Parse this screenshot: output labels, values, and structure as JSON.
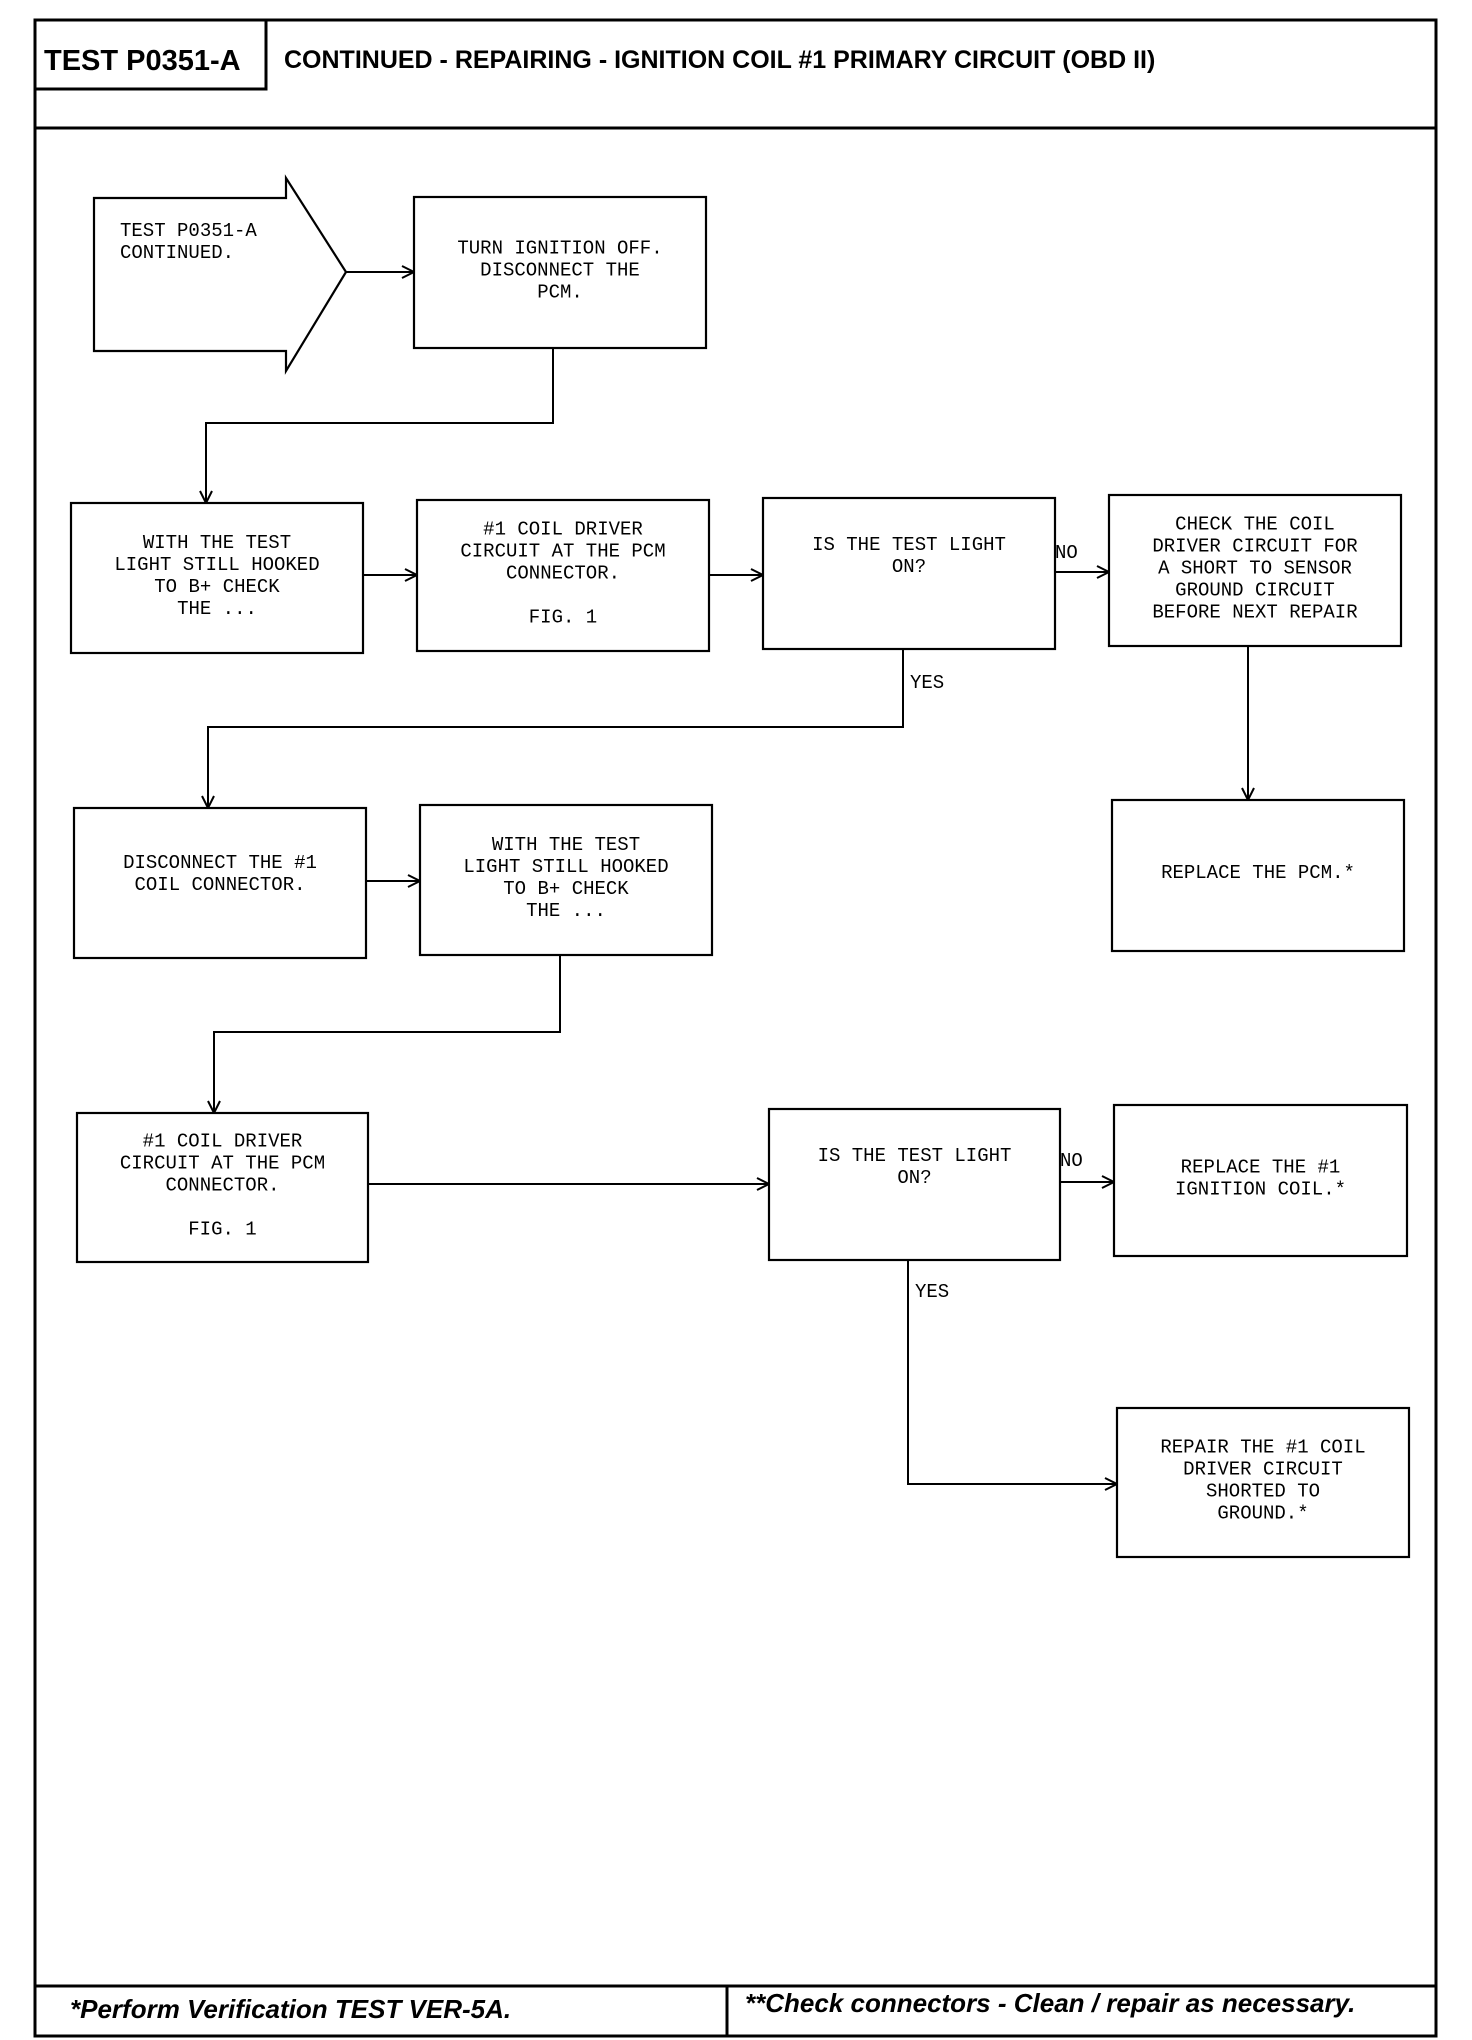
{
  "header": {
    "test_id": "TEST P0351-A",
    "title": "CONTINUED - REPAIRING - IGNITION COIL #1 PRIMARY CIRCUIT (OBD II)"
  },
  "flowchart": {
    "start": {
      "lines": [
        "TEST P0351-A",
        "CONTINUED."
      ]
    },
    "steps": [
      {
        "id": "turn-ignition-off",
        "lines": [
          "TURN IGNITION OFF.",
          "DISCONNECT THE",
          "PCM."
        ]
      },
      {
        "id": "with-test-light-1",
        "lines": [
          "WITH THE TEST",
          "LIGHT STILL HOOKED",
          "TO B+ CHECK",
          "THE ..."
        ]
      },
      {
        "id": "coil-driver-circuit-1",
        "lines": [
          "#1 COIL DRIVER",
          "CIRCUIT AT THE PCM",
          "CONNECTOR.",
          "",
          "FIG. 1"
        ]
      },
      {
        "id": "decision-1",
        "lines": [
          "IS THE TEST LIGHT",
          "ON?"
        ]
      },
      {
        "id": "check-coil-driver",
        "lines": [
          "CHECK THE COIL",
          "DRIVER CIRCUIT FOR",
          "A SHORT TO SENSOR",
          "GROUND CIRCUIT",
          "BEFORE NEXT REPAIR"
        ]
      },
      {
        "id": "replace-pcm",
        "lines": [
          "REPLACE THE PCM.*"
        ]
      },
      {
        "id": "disconnect-coil",
        "lines": [
          "DISCONNECT THE #1",
          "COIL CONNECTOR."
        ]
      },
      {
        "id": "with-test-light-2",
        "lines": [
          "WITH THE TEST",
          "LIGHT STILL HOOKED",
          "TO B+ CHECK",
          "THE ..."
        ]
      },
      {
        "id": "coil-driver-circuit-2",
        "lines": [
          "#1 COIL DRIVER",
          "CIRCUIT AT THE PCM",
          "CONNECTOR.",
          "",
          "FIG. 1"
        ]
      },
      {
        "id": "decision-2",
        "lines": [
          "IS THE TEST LIGHT",
          "ON?"
        ]
      },
      {
        "id": "replace-ignition-coil",
        "lines": [
          "REPLACE THE #1",
          "IGNITION COIL.*"
        ]
      },
      {
        "id": "repair-coil-driver",
        "lines": [
          "REPAIR THE #1 COIL",
          "DRIVER CIRCUIT",
          "SHORTED TO",
          "GROUND.*"
        ]
      }
    ],
    "branch_labels": {
      "d1_no": "NO",
      "d1_yes": "YES",
      "d2_no": "NO",
      "d2_yes": "YES"
    }
  },
  "footer": {
    "left": "*Perform Verification TEST VER-5A.",
    "right": "**Check connectors - Clean / repair as necessary."
  }
}
